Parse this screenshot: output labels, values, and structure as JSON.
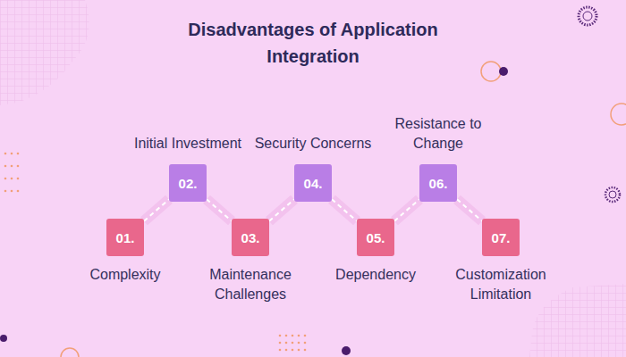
{
  "diagram": {
    "title": "Disadvantages of Application Integration",
    "nodes": [
      {
        "text": [
          "01.",
          "Complexity"
        ]
      },
      {
        "text": [
          "02.",
          "Initial Investment"
        ]
      },
      {
        "text": [
          "03.",
          "Maintenance Challenges"
        ]
      },
      {
        "text": [
          "04.",
          "Security Concerns"
        ]
      },
      {
        "text": [
          "05.",
          "Dependency"
        ]
      },
      {
        "text": [
          "06.",
          "Resistance to Change"
        ]
      },
      {
        "text": [
          "07.",
          "Customization Limitation"
        ]
      }
    ],
    "edges": [
      {
        "from": 0,
        "to": 1,
        "arrow": "none"
      },
      {
        "from": 1,
        "to": 2,
        "arrow": "none"
      },
      {
        "from": 2,
        "to": 3,
        "arrow": "none"
      },
      {
        "from": 3,
        "to": 4,
        "arrow": "none"
      },
      {
        "from": 4,
        "to": 5,
        "arrow": "none"
      },
      {
        "from": 5,
        "to": 6,
        "arrow": "none"
      }
    ]
  }
}
